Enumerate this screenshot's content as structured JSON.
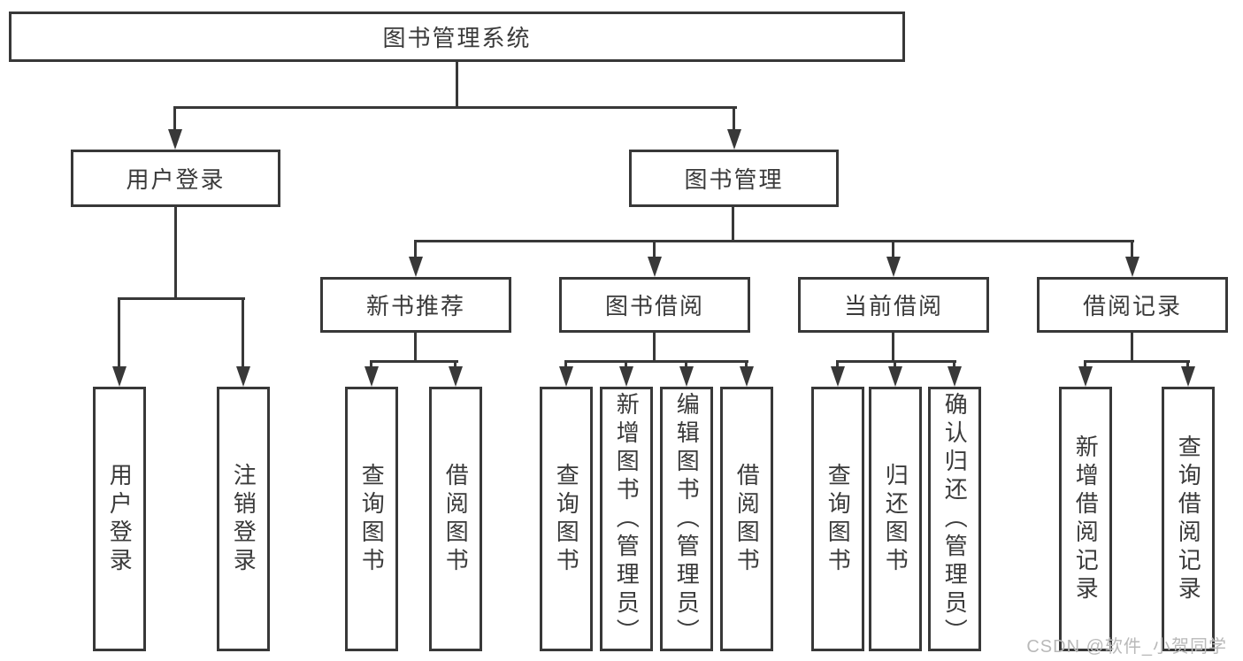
{
  "tree": {
    "root": {
      "label": "图书管理系统"
    },
    "level2": [
      {
        "label": "用户登录"
      },
      {
        "label": "图书管理"
      }
    ],
    "level3": [
      {
        "label": "新书推荐"
      },
      {
        "label": "图书借阅"
      },
      {
        "label": "当前借阅"
      },
      {
        "label": "借阅记录"
      }
    ],
    "leaves": [
      {
        "label": "用户登录"
      },
      {
        "label": "注销登录"
      },
      {
        "label": "查询图书"
      },
      {
        "label": "借阅图书"
      },
      {
        "label": "查询图书"
      },
      {
        "label": "新增图书（管理员）"
      },
      {
        "label": "编辑图书（管理员）"
      },
      {
        "label": "借阅图书"
      },
      {
        "label": "查询图书"
      },
      {
        "label": "归还图书"
      },
      {
        "label": "确认归还（管理员）"
      },
      {
        "label": "新增借阅记录"
      },
      {
        "label": "查询借阅记录"
      }
    ]
  },
  "watermark": {
    "text": "CSDN @软件_小贺同学"
  },
  "colors": {
    "line": "#383838",
    "text": "#3a3a3a",
    "watermark": "#b9b9b9",
    "background": "#ffffff"
  }
}
